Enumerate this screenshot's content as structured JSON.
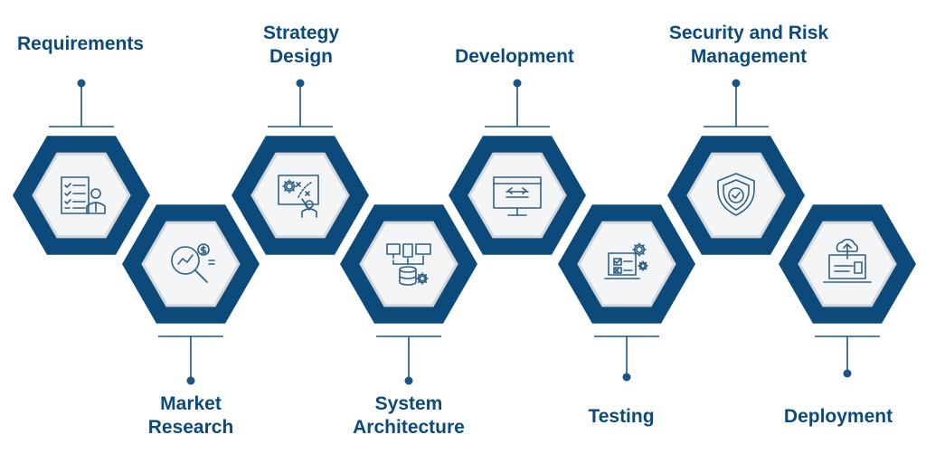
{
  "colors": {
    "primary": "#0b4a7a",
    "icon": "#2f5f86",
    "connector": "#1a5585",
    "inner_fill": "#f4f5f6",
    "inner_stroke": "#d3d7dc"
  },
  "steps": [
    {
      "label": "Requirements",
      "icon": "checklist-person-icon"
    },
    {
      "label": "Market\nResearch",
      "icon": "magnifier-dollar-icon"
    },
    {
      "label": "Strategy\nDesign",
      "icon": "strategy-board-icon"
    },
    {
      "label": "System\nArchitecture",
      "icon": "devices-database-icon"
    },
    {
      "label": "Development",
      "icon": "monitor-code-icon"
    },
    {
      "label": "Testing",
      "icon": "laptop-checklist-gears-icon"
    },
    {
      "label": "Security and Risk\nManagement",
      "icon": "shield-check-icon"
    },
    {
      "label": "Deployment",
      "icon": "laptop-cloud-upload-icon"
    }
  ]
}
